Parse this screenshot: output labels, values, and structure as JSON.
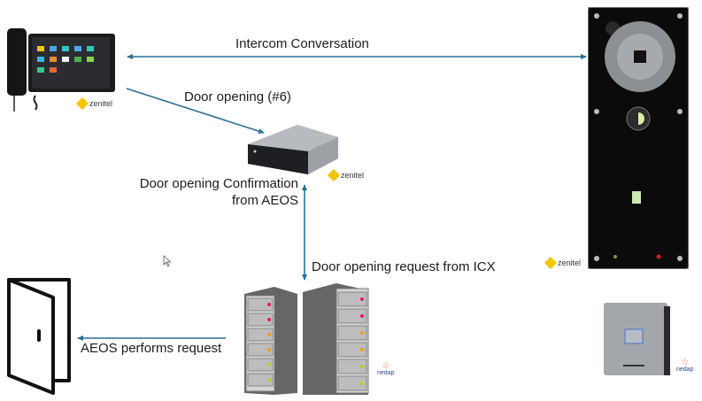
{
  "diagram": {
    "labels": {
      "intercom": "Intercom Conversation",
      "door_opening": "Door opening (#6)",
      "confirmation_line1": "Door opening Confirmation",
      "confirmation_line2": "from AEOS",
      "request_from_icx": "Door opening request from ICX",
      "aeos_performs": "AEOS performs request"
    },
    "devices": {
      "desk_phone": {
        "name": "IP desk phone",
        "brand": "zenitel"
      },
      "server_box": {
        "name": "ICX server",
        "brand": "zenitel"
      },
      "intercom_station": {
        "name": "Door intercom station",
        "brand": "zenitel"
      },
      "aeos_servers": {
        "name": "AEOS servers",
        "brand": "nedap"
      },
      "card_reader": {
        "name": "Card reader",
        "brand": "nedap"
      },
      "door": {
        "name": "Door"
      }
    },
    "colors": {
      "arrow": "#2a6f97",
      "zenitel_yellow": "#f5c400",
      "nedap_orange": "#e8703a"
    }
  }
}
